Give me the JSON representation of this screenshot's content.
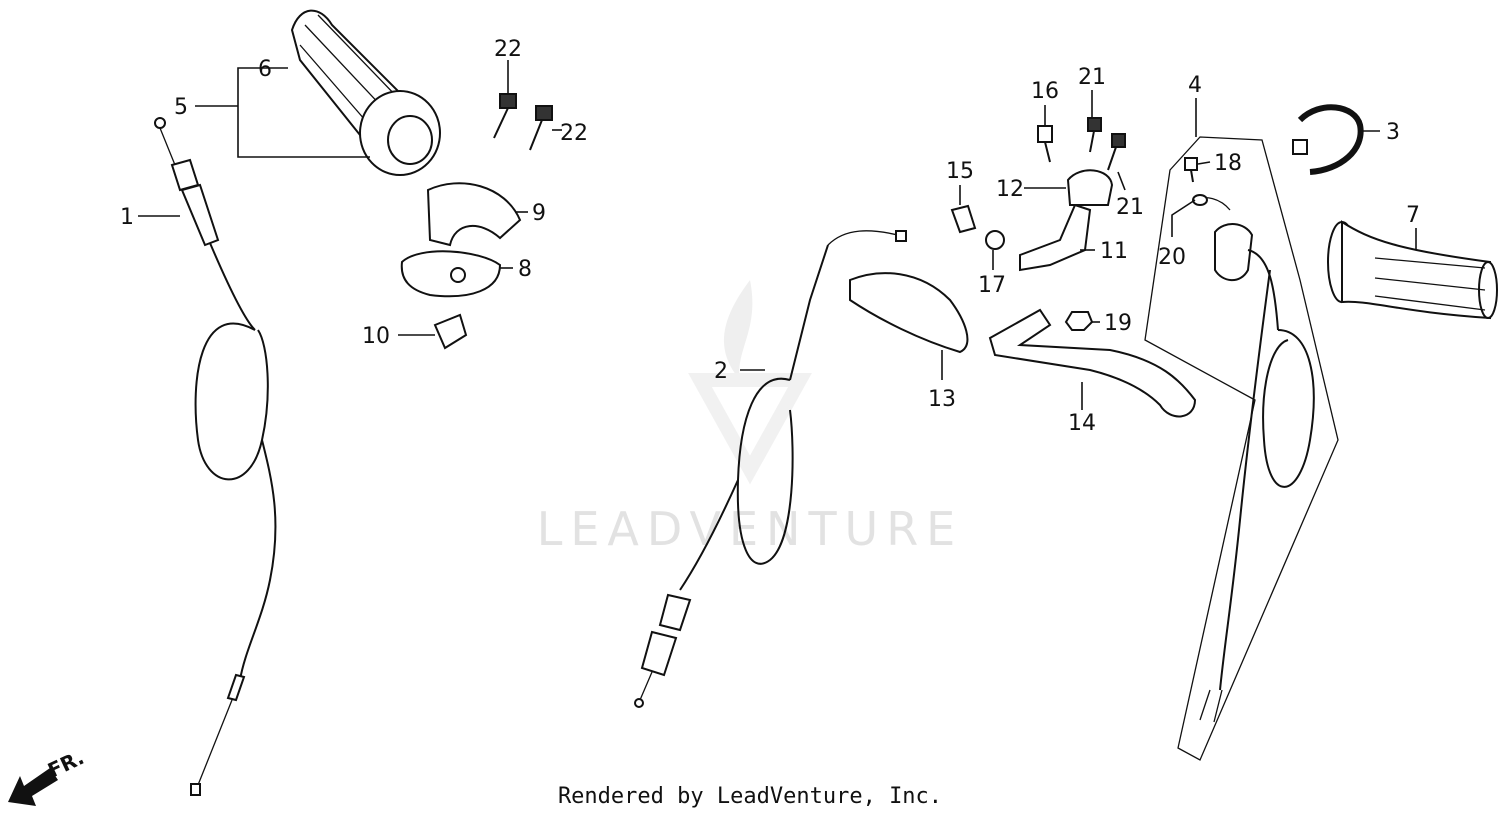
{
  "watermark": {
    "text": "LEADVENTURE"
  },
  "footer": {
    "credit": "Rendered by LeadVenture, Inc."
  },
  "direction_indicator": {
    "label": "FR.",
    "icon": "front-arrow-icon"
  },
  "callouts": [
    {
      "id": "1",
      "label": "1"
    },
    {
      "id": "2",
      "label": "2"
    },
    {
      "id": "3",
      "label": "3"
    },
    {
      "id": "4",
      "label": "4"
    },
    {
      "id": "5",
      "label": "5"
    },
    {
      "id": "6",
      "label": "6"
    },
    {
      "id": "7",
      "label": "7"
    },
    {
      "id": "8",
      "label": "8"
    },
    {
      "id": "9",
      "label": "9"
    },
    {
      "id": "10",
      "label": "10"
    },
    {
      "id": "11",
      "label": "11"
    },
    {
      "id": "12",
      "label": "12"
    },
    {
      "id": "13",
      "label": "13"
    },
    {
      "id": "14",
      "label": "14"
    },
    {
      "id": "15",
      "label": "15"
    },
    {
      "id": "16",
      "label": "16"
    },
    {
      "id": "17",
      "label": "17"
    },
    {
      "id": "18",
      "label": "18"
    },
    {
      "id": "19",
      "label": "19"
    },
    {
      "id": "20",
      "label": "20"
    },
    {
      "id": "21a",
      "label": "21"
    },
    {
      "id": "21b",
      "label": "21"
    },
    {
      "id": "22a",
      "label": "22"
    },
    {
      "id": "22b",
      "label": "22"
    }
  ]
}
